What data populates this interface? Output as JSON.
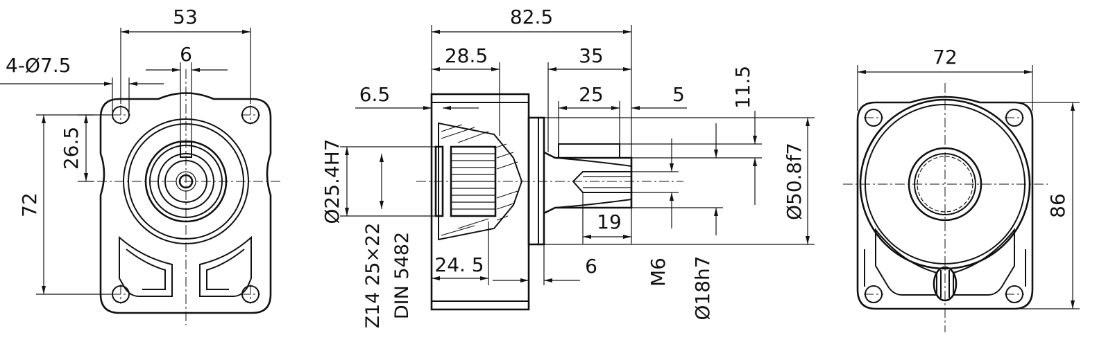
{
  "front_view": {
    "width": "53",
    "bolt_holes": "4-Ø7.5",
    "key": "6",
    "height": "72",
    "center_height": "26.5"
  },
  "side_view": {
    "overall_length": "82.5",
    "flange_length": "28.5",
    "shaft_length": "35",
    "key_length": "25",
    "key_offset": "5",
    "key_depth": "11.5",
    "spigot_offset": "6.5",
    "bore_fit": "Ø25.4H7",
    "spline_spec": "Z14 25×22",
    "spline_standard": "DIN 5482",
    "spline_depth": "24. 5",
    "flange_thickness": "6",
    "thread_depth": "19",
    "thread": "M6",
    "shaft_fit": "Ø18h7",
    "pilot_fit": "Ø50.8f7"
  },
  "rear_view": {
    "width": "72",
    "height": "86"
  }
}
